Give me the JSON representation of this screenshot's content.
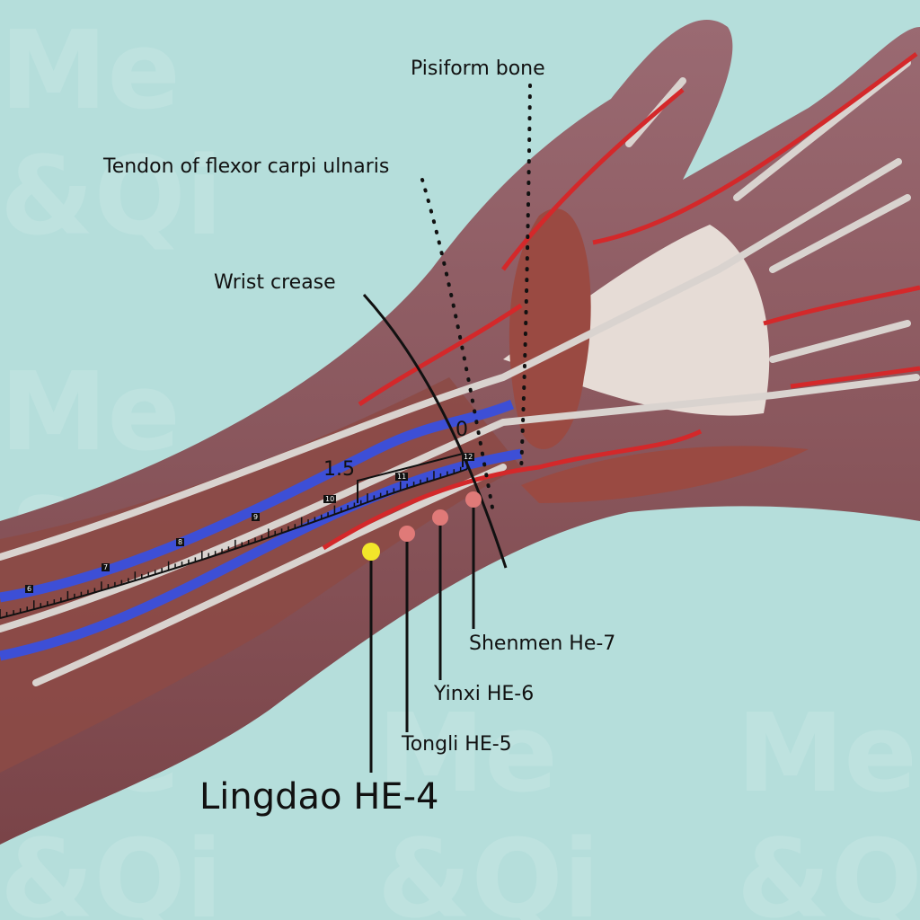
{
  "labels": {
    "pisiform": "Pisiform bone",
    "tendon": "Tendon of flexor carpi ulnaris",
    "wrist_crease": "Wrist crease"
  },
  "ruler": {
    "zero": "0",
    "distance": "1.5",
    "ticks": [
      "6",
      "7",
      "8",
      "9",
      "10",
      "11",
      "12"
    ]
  },
  "points": [
    {
      "name": "Shenmen He-7",
      "color": "#e07a78"
    },
    {
      "name": "Yinxi HE-6",
      "color": "#e07a78"
    },
    {
      "name": "Tongli HE-5",
      "color": "#e07a78"
    },
    {
      "name": "Lingdao HE-4",
      "color": "#f2e62a",
      "highlighted": true
    }
  ],
  "watermark": "Me & Qi"
}
